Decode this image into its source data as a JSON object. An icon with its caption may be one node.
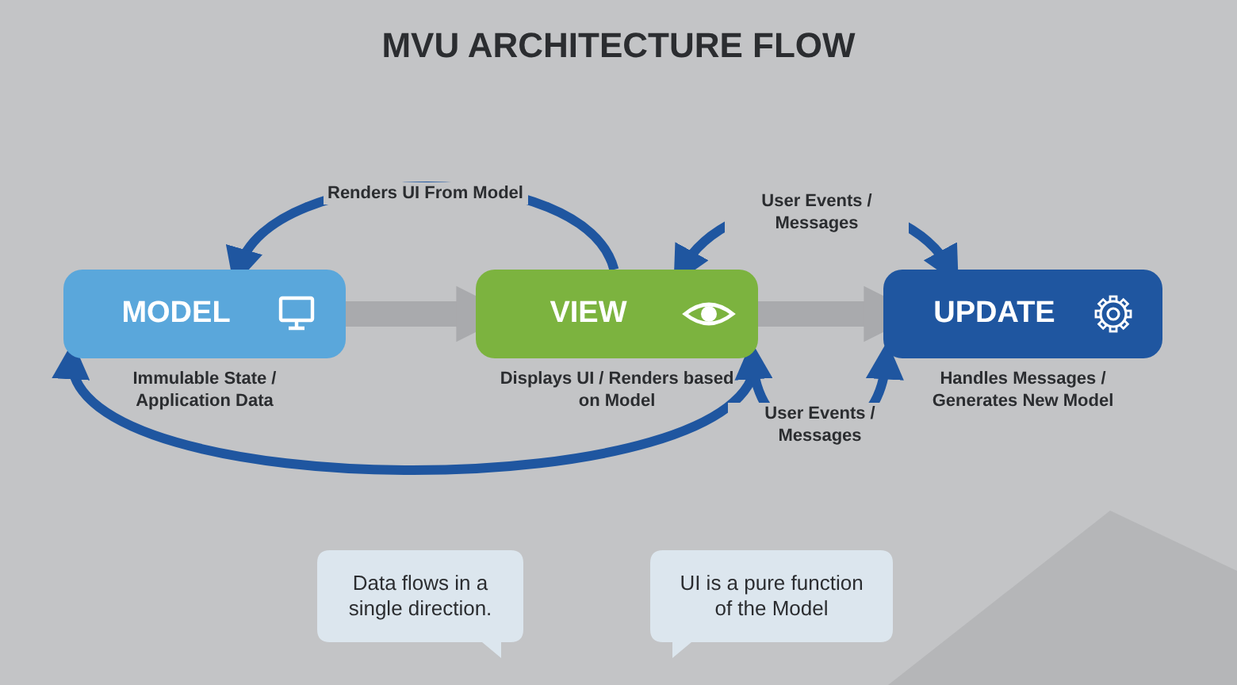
{
  "diagram": {
    "title": "MVU ARCHITECTURE FLOW",
    "nodes": [
      {
        "text": [
          "MODEL"
        ],
        "beside": [
          "Immulable State / Application Data"
        ]
      },
      {
        "text": [
          "VIEW"
        ],
        "beside": [
          "Displays UI / Renders based on Model"
        ]
      },
      {
        "text": [
          "UPDATE"
        ],
        "beside": [
          "Handles Messages / Generates New Model"
        ]
      },
      {
        "text": [
          "Data flows in a single direction."
        ]
      },
      {
        "text": [
          "UI is a pure function of the Model"
        ]
      }
    ],
    "edges": [
      {
        "from": 0,
        "to": 1,
        "arrow": "to",
        "style": "thick",
        "color": "#a9aaad"
      },
      {
        "from": 1,
        "to": 2,
        "arrow": "to",
        "style": "thick",
        "color": "#a9aaad"
      },
      {
        "from": 1,
        "to": 0,
        "arrow": "to",
        "label": "Renders UI From Model"
      },
      {
        "from": 1,
        "to": 0,
        "arrow": "to"
      },
      {
        "from": 1,
        "to": 2,
        "arrow": "both",
        "label": "User Events / Messages"
      },
      {
        "from": 2,
        "to": 1,
        "arrow": "both",
        "label": "User Events / Messages"
      }
    ]
  }
}
